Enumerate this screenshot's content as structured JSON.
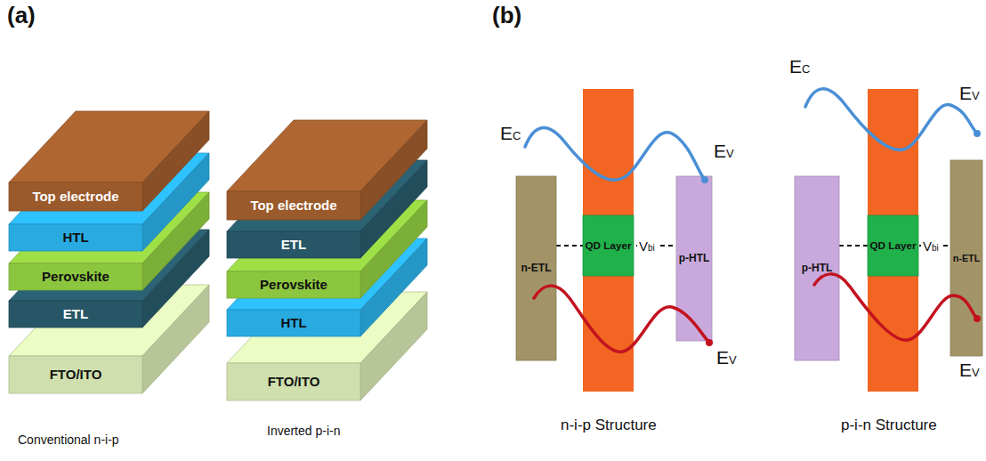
{
  "diagram": {
    "nodes": [
      {
        "text": [
          "Top electrode"
        ]
      },
      {
        "text": [
          "HTL"
        ]
      },
      {
        "text": [
          "Perovskite"
        ]
      },
      {
        "text": [
          "ETL"
        ]
      },
      {
        "text": [
          "FTO/ITO"
        ]
      },
      {
        "text": [
          "Top electrode"
        ]
      },
      {
        "text": [
          "ETL"
        ]
      },
      {
        "text": [
          "Perovskite"
        ]
      },
      {
        "text": [
          "HTL"
        ]
      },
      {
        "text": [
          "FTO/ITO"
        ]
      },
      {
        "text": [
          "n-ETL"
        ]
      },
      {
        "text": [
          "QD Layer"
        ]
      },
      {
        "text": [
          "p-HTL"
        ]
      },
      {
        "text": [
          "p-HTL"
        ]
      },
      {
        "text": [
          "QD Layer"
        ]
      },
      {
        "text": [
          "n-ETL"
        ]
      }
    ],
    "labels": [
      "(a)",
      "(b)",
      "EC",
      "EV",
      "EV",
      "Vbi",
      "EC",
      "EV",
      "EV",
      "Vbi",
      "Conventional n-i-p",
      "Inverted p-i-n",
      "n-i-p Structure",
      "p-i-n Structure"
    ]
  }
}
